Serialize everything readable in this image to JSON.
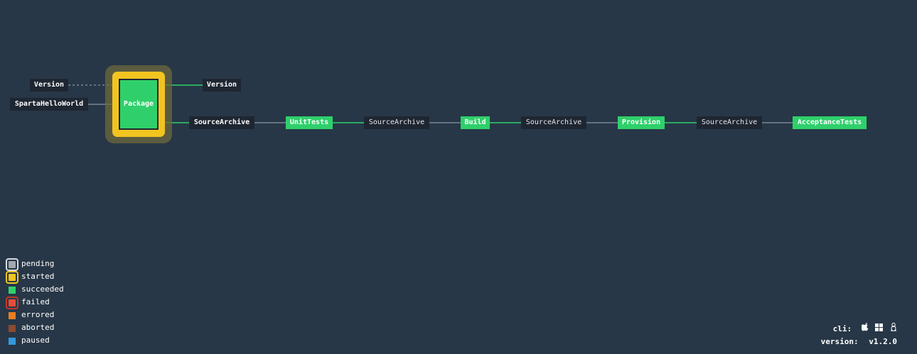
{
  "pipeline": {
    "inputs": {
      "version": "Version",
      "sparta": "SpartaHelloWorld"
    },
    "package_job": "Package",
    "outputs": {
      "version": "Version",
      "source_archive_1": "SourceArchive"
    },
    "unit_tests_job": "UnitTests",
    "source_archive_2": "SourceArchive",
    "build_job": "Build",
    "source_archive_3": "SourceArchive",
    "provision_job": "Provision",
    "source_archive_4": "SourceArchive",
    "acceptance_tests_job": "AcceptanceTests"
  },
  "legend": [
    {
      "label": "pending",
      "style": "ring",
      "color": "#a0a8b0",
      "ring": "#d7dbe0"
    },
    {
      "label": "started",
      "style": "ring",
      "color": "#f2c41f",
      "ring": "#f2c41f"
    },
    {
      "label": "succeeded",
      "style": "square",
      "color": "#2fd06b"
    },
    {
      "label": "failed",
      "style": "ring",
      "color": "#e74c3c",
      "ring": "#c0392b"
    },
    {
      "label": "errored",
      "style": "square",
      "color": "#e67e22"
    },
    {
      "label": "aborted",
      "style": "square",
      "color": "#8b4a2f"
    },
    {
      "label": "paused",
      "style": "square",
      "color": "#3498db"
    }
  ],
  "footer": {
    "cli_label": "cli:",
    "cli_icons": [
      "apple-icon",
      "windows-icon",
      "linux-icon"
    ],
    "version_label": "version:",
    "version_value": "v1.2.0"
  },
  "colors": {
    "background": "#273747",
    "succeeded": "#2fd06b",
    "started": "#f2c41f",
    "edge_gray": "#7b8590",
    "edge_green": "#2fd06b"
  }
}
